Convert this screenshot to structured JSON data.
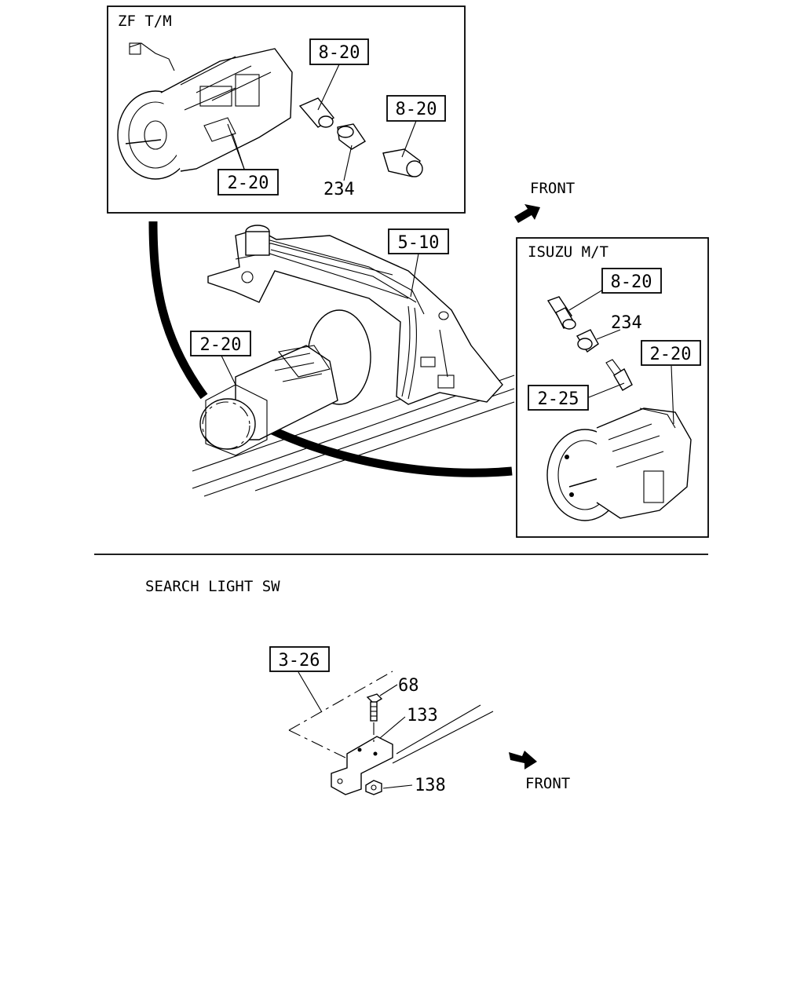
{
  "diagram": {
    "insets": {
      "zf": {
        "title": "ZF T/M"
      },
      "isuzu": {
        "title": "ISUZU M/T"
      }
    },
    "callouts": {
      "zf_8_20_a": "8-20",
      "zf_8_20_b": "8-20",
      "zf_2_20": "2-20",
      "zf_234": "234",
      "main_5_10": "5-10",
      "main_2_20": "2-20",
      "isuzu_8_20": "8-20",
      "isuzu_234": "234",
      "isuzu_2_20": "2-20",
      "isuzu_2_25": "2-25",
      "sw_3_26": "3-26",
      "sw_68": "68",
      "sw_133": "133",
      "sw_138": "138"
    },
    "front_labels": {
      "top": "FRONT",
      "bottom": "FRONT"
    },
    "section_title": "SEARCH LIGHT SW"
  }
}
